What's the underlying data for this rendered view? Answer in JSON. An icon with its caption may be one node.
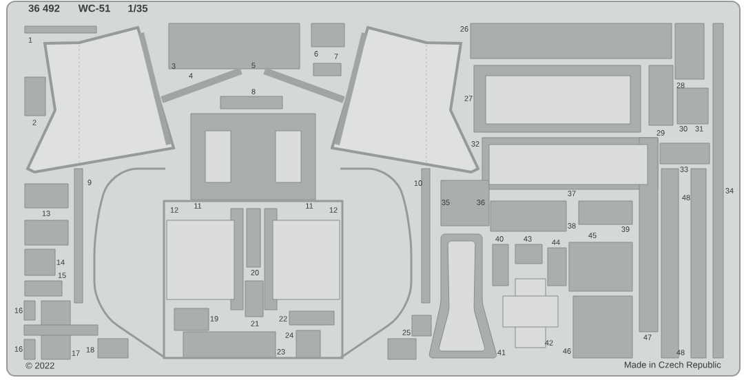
{
  "diagram": {
    "labels": [
      "36 492",
      "WC-51",
      "1/35",
      "1",
      "26",
      "3",
      "4",
      "5",
      "6",
      "7",
      "28",
      "27",
      "2",
      "8",
      "30",
      "31",
      "29",
      "32",
      "33",
      "9",
      "10",
      "34",
      "13",
      "11",
      "11",
      "12",
      "12",
      "37",
      "35",
      "36",
      "48",
      "38",
      "39",
      "14",
      "15",
      "40",
      "43",
      "44",
      "45",
      "20",
      "16",
      "19",
      "21",
      "22",
      "16",
      "17",
      "18",
      "24",
      "25",
      "23",
      "41",
      "42",
      "47",
      "46",
      "48",
      "© 2022",
      "Made in Czech Republic"
    ]
  }
}
